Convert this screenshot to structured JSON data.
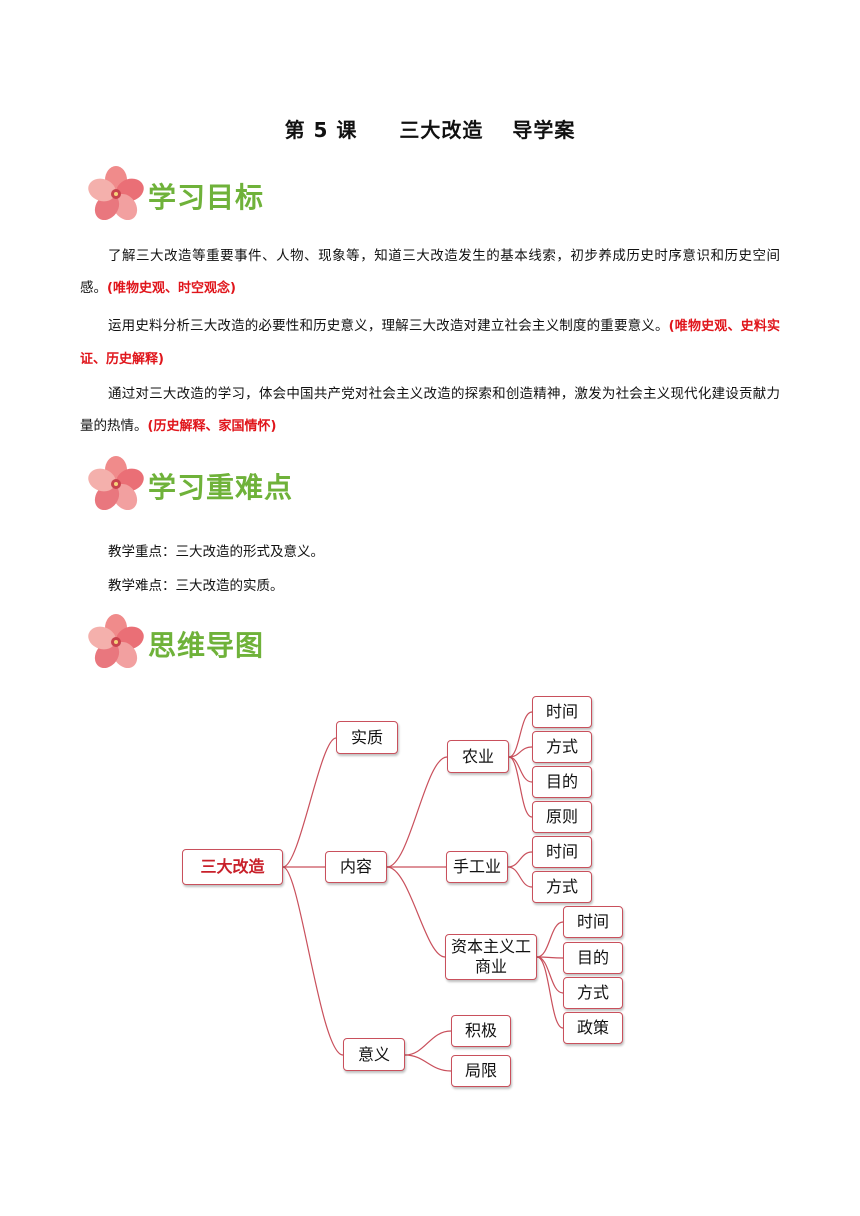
{
  "title": "第 5 课　　三大改造　 导学案",
  "sections": {
    "goals": {
      "heading": "学习目标",
      "items": [
        {
          "text": "了解三大改造等重要事件、人物、现象等，知道三大改造发生的基本线索，初步养成历史时序意识和历史空间感。",
          "tag": "(唯物史观、时空观念)"
        },
        {
          "text": "运用史料分析三大改造的必要性和历史意义，理解三大改造对建立社会主义制度的重要意义。",
          "tag": "(唯物史观、史料实证、历史解释)"
        },
        {
          "text": "通过对三大改造的学习，体会中国共产党对社会主义改造的探索和创造精神，激发为社会主义现代化建设贡献力量的热情。",
          "tag": "(历史解释、家国情怀)"
        }
      ]
    },
    "keypoints": {
      "heading": "学习重难点",
      "focus": "教学重点：三大改造的形式及意义。",
      "difficulty": "教学难点：三大改造的实质。"
    },
    "mindmap": {
      "heading": "思维导图",
      "root": "三大改造",
      "shizhi": "实质",
      "neirong": "内容",
      "yiyi": "意义",
      "nongye": "农业",
      "shougongye": "手工业",
      "zibenzhuyi": "资本主义工商业",
      "nongye_children": [
        "时间",
        "方式",
        "目的",
        "原则"
      ],
      "shougongye_children": [
        "时间",
        "方式"
      ],
      "zibenzhuyi_children": [
        "时间",
        "目的",
        "方式",
        "政策"
      ],
      "yiyi_children": [
        "积极",
        "局限"
      ]
    }
  }
}
